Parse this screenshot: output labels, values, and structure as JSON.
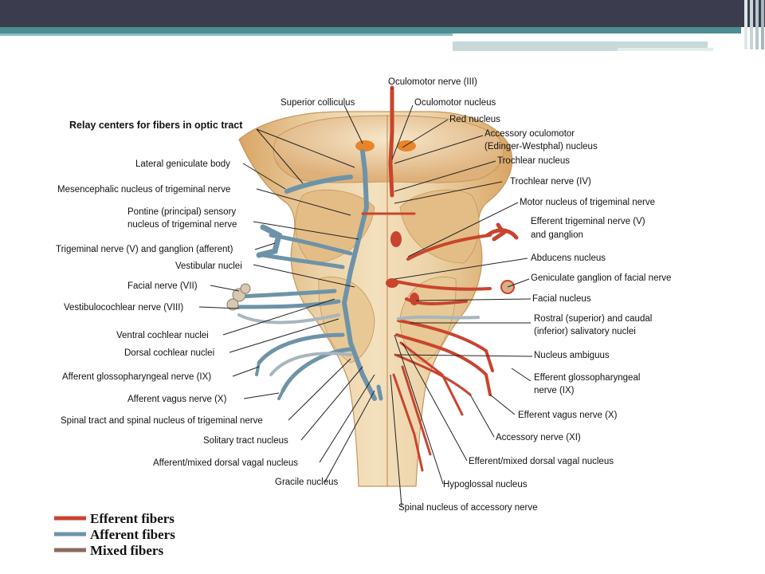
{
  "diagram": {
    "header_label": "Relay centers for fibers in optic tract",
    "left_labels": [
      "Superior colliculus",
      "Lateral geniculate body",
      "Mesencephalic nucleus of trigeminal nerve",
      "Pontine (principal) sensory",
      "nucleus of trigeminal nerve",
      "Trigeminal nerve (V) and ganglion (afferent)",
      "Vestibular nuclei",
      "Facial nerve (VII)",
      "Vestibulocochlear nerve (VIII)",
      "Ventral cochlear nuclei",
      "Dorsal cochlear nuclei",
      "Afferent glossopharyngeal nerve (IX)",
      "Afferent vagus nerve (X)",
      "Spinal tract and spinal nucleus of trigeminal nerve",
      "Solitary tract nucleus",
      "Afferent/mixed dorsal vagal nucleus",
      "Gracile nucleus"
    ],
    "right_labels": [
      "Oculomotor nerve (III)",
      "Oculomotor nucleus",
      "Red nucleus",
      "Accessory oculomotor",
      "(Edinger-Westphal) nucleus",
      "Trochlear nucleus",
      "Trochlear nerve (IV)",
      "Motor nucleus of trigeminal nerve",
      "Efferent trigeminal nerve (V)",
      "and ganglion",
      "Abducens nucleus",
      "Geniculate ganglion of facial nerve",
      "Facial nucleus",
      "Rostral (superior) and caudal",
      "(inferior) salivatory nuclei",
      "Nucleus ambiguus",
      "Efferent glossopharyngeal",
      "nerve (IX)",
      "Efferent vagus nerve (X)",
      "Accessory nerve (XI)",
      "Efferent/mixed dorsal vagal nucleus",
      "Hypoglossal nucleus",
      "Spinal nucleus of accessory nerve"
    ]
  },
  "legend": {
    "items": [
      {
        "label": "Efferent fibers",
        "color": "#c9442e"
      },
      {
        "label": "Afferent fibers",
        "color": "#6d93a8"
      },
      {
        "label": "Mixed fibers",
        "color": "#8a6a5e"
      }
    ]
  },
  "colors": {
    "header_bar": "#3b3d4e",
    "accent_teal": "#4a8e92",
    "brainstem": "#e6c796"
  }
}
